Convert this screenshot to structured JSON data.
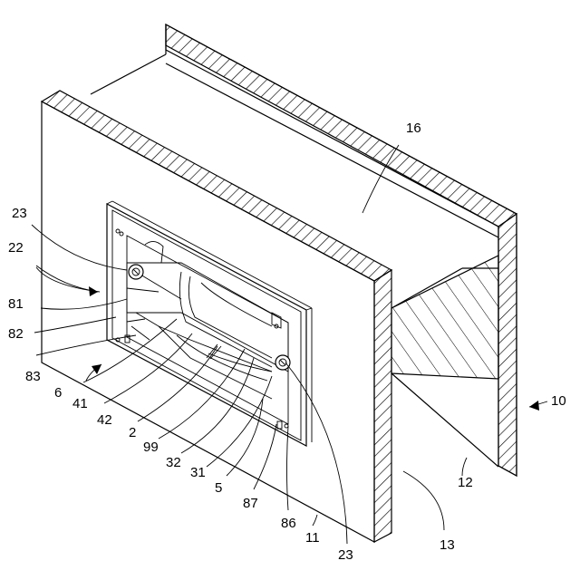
{
  "labels": {
    "l16": "16",
    "l23a": "23",
    "l22": "22",
    "l81": "81",
    "l82": "82",
    "l83": "83",
    "l6": "6",
    "l41": "41",
    "l42": "42",
    "l2": "2",
    "l99": "99",
    "l32": "32",
    "l31": "31",
    "l5": "5",
    "l87": "87",
    "l86": "86",
    "l11": "11",
    "l23b": "23",
    "l13": "13",
    "l12": "12",
    "l10": "10"
  }
}
